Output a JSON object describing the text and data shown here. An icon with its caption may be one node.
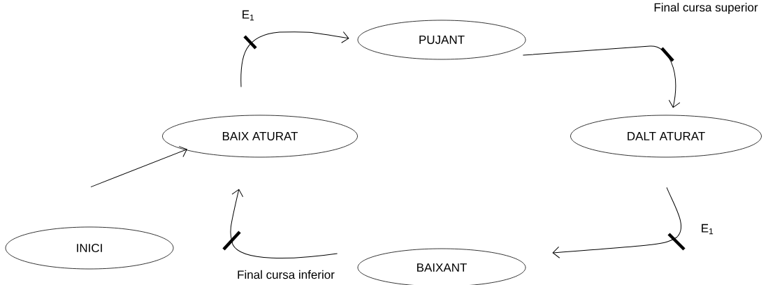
{
  "diagram": {
    "nodes": [
      {
        "text": [
          "INICI"
        ]
      },
      {
        "text": [
          "BAIX ATURAT"
        ]
      },
      {
        "text": [
          "PUJANT"
        ]
      },
      {
        "text": [
          "DALT ATURAT"
        ]
      },
      {
        "text": [
          "BAIXANT"
        ]
      }
    ],
    "edges": [
      {
        "from": 0,
        "to": 1,
        "arrow": "to"
      },
      {
        "from": 1,
        "to": 2,
        "arrow": "to",
        "label": "E$_{1}$"
      },
      {
        "from": 2,
        "to": 3,
        "arrow": "to",
        "label": "Final cursa superior"
      },
      {
        "from": 3,
        "to": 4,
        "arrow": "to",
        "label": "E$_{1}$"
      },
      {
        "from": 4,
        "to": 1,
        "arrow": "to",
        "label": "Final cursa inferior"
      }
    ]
  }
}
